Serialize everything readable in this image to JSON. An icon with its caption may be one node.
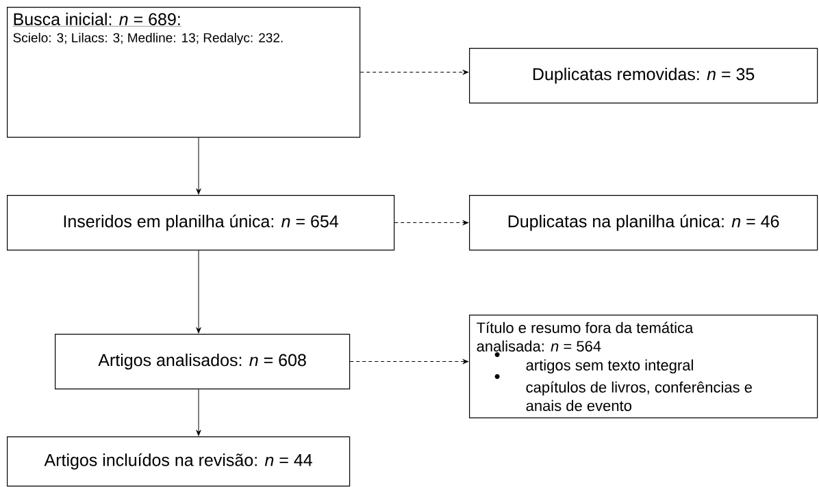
{
  "diagram": {
    "nodes": [
      {
        "text": [
          "Busca inicial: *n* = 689:",
          "Scielo: 3; Lilacs: 3; Medline: 13; Redalyc: 232."
        ]
      },
      {
        "text": [
          "Duplicatas removidas: *n* = 35"
        ]
      },
      {
        "text": [
          "Inseridos em planilha única: *n* = 654"
        ]
      },
      {
        "text": [
          "Duplicatas na planilha única: *n* = 46"
        ]
      },
      {
        "text": [
          "Artigos analisados: *n* = 608"
        ]
      },
      {
        "text": [
          "Título e resumo fora da temática analisada: *n* = 564",
          "artigos sem texto integral",
          "capítulos de livros, conferências e anais de evento"
        ]
      },
      {
        "text": [
          "Artigos incluídos na revisão: *n* = 44"
        ]
      }
    ],
    "edges": [
      {
        "from": 0,
        "to": 1,
        "arrow": "to",
        "style": "dashed"
      },
      {
        "from": 0,
        "to": 2,
        "arrow": "to"
      },
      {
        "from": 2,
        "to": 3,
        "arrow": "to",
        "style": "dashed"
      },
      {
        "from": 2,
        "to": 4,
        "arrow": "to"
      },
      {
        "from": 4,
        "to": 5,
        "arrow": "to",
        "style": "dashed"
      },
      {
        "from": 4,
        "to": 6,
        "arrow": "to"
      }
    ]
  }
}
